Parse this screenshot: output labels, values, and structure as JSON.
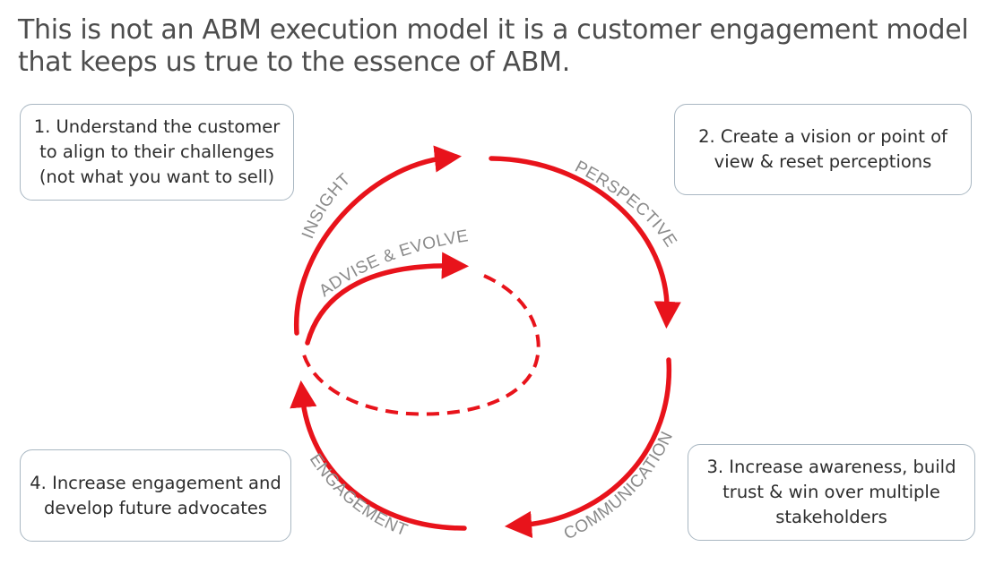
{
  "title": "This is not an ABM execution model it is a customer engagement model that keeps us true to the essence of ABM.",
  "colors": {
    "arrow": "#e8131b",
    "label": "#8a8a8a",
    "box_border": "#a9b7c2"
  },
  "steps": [
    {
      "label": "1. Understand the customer to align to their challenges (not what you want to sell)"
    },
    {
      "label": "2. Create a vision or point of view & reset perceptions"
    },
    {
      "label": "3. Increase awareness, build trust & win over multiple stakeholders"
    },
    {
      "label": "4. Increase engagement and develop future advocates"
    }
  ],
  "cycle_labels": {
    "insight": "INSIGHT",
    "perspective": "PERSPECTIVE",
    "communication": "COMMUNICATION",
    "engagement": "ENGAGEMENT",
    "advise": "ADVISE & EVOLVE"
  }
}
